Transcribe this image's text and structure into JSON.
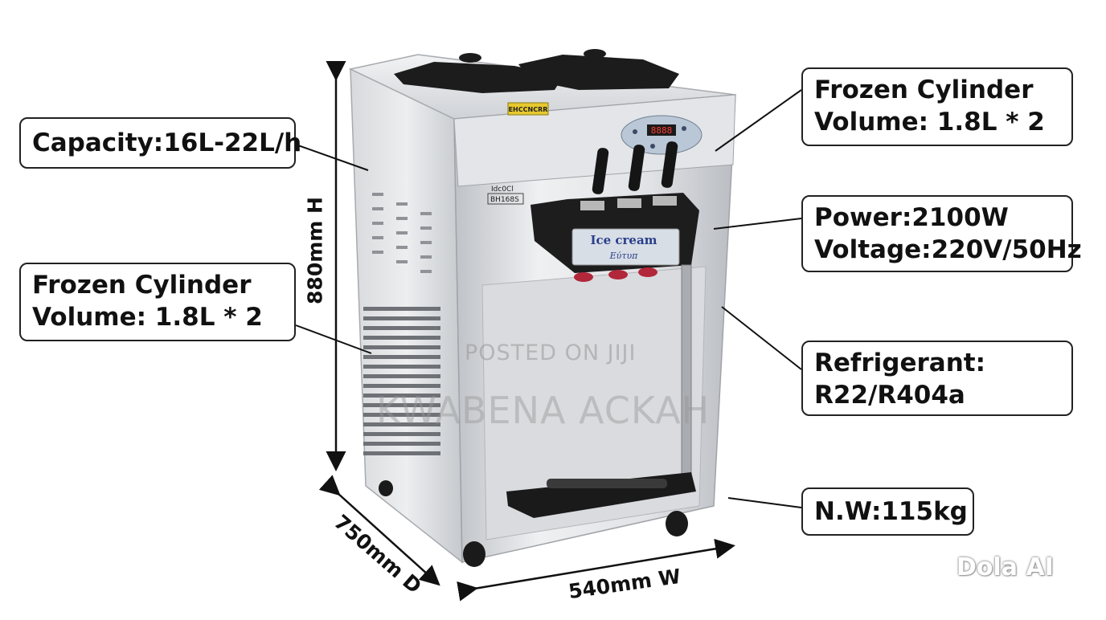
{
  "callouts": {
    "capacity": "Capacity:16L-22L/h",
    "frozen_left": [
      "Frozen Cylinder",
      "Volume: 1.8L * 2"
    ],
    "frozen_right": [
      "Frozen Cylinder",
      "Volume: 1.8L * 2"
    ],
    "power": [
      "Power:2100W",
      "Voltage:220V/50Hz"
    ],
    "refrigerant": [
      "Refrigerant:",
      "R22/R404a"
    ],
    "weight": "N.W:115kg"
  },
  "dimensions": {
    "height": "880mm H",
    "depth": "750mm D",
    "width": "540mm W"
  },
  "machine": {
    "brand_plate": "EHCCNCRR",
    "model_plate_1": "Idc0Cl",
    "model_plate_2": "BH168S",
    "display_digits": "8888",
    "panel_label_1": "Ice cream",
    "panel_label_2": "Εύτυπ"
  },
  "watermarks": {
    "posted": "POSTED ON JIJI",
    "name": "KWABENA ACKAH",
    "logo": "Dola AI"
  },
  "colors": {
    "steel_light": "#e6e7e9",
    "steel_mid": "#c9cbce",
    "steel_dark": "#9a9da2",
    "black_parts": "#1c1c1c",
    "callout_border": "#222222"
  },
  "icons": [
    "leader-arrow-icon",
    "dimension-arrow-icon",
    "caster-wheel-icon"
  ]
}
